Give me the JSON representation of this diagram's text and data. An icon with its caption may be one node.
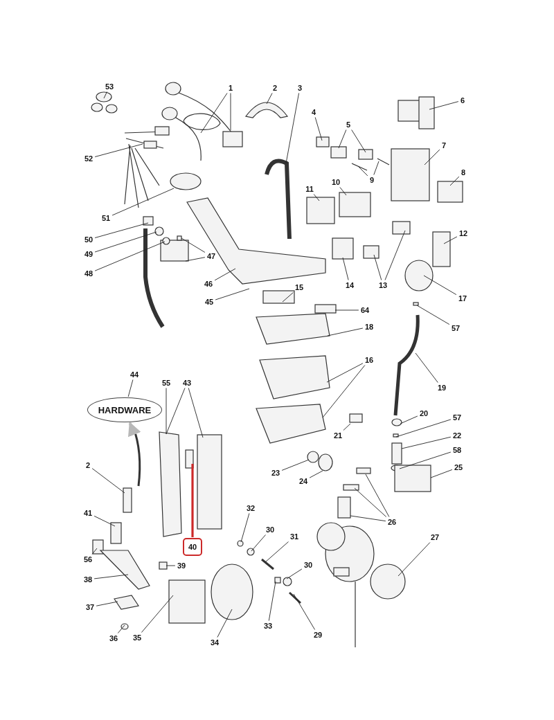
{
  "diagram": {
    "nodes": [
      {
        "text": [
          "53"
        ]
      },
      {
        "text": [
          "1"
        ]
      },
      {
        "text": [
          "2"
        ]
      },
      {
        "text": [
          "3"
        ]
      },
      {
        "text": [
          "4"
        ]
      },
      {
        "text": [
          "5"
        ]
      },
      {
        "text": [
          "6"
        ]
      },
      {
        "text": [
          "7"
        ]
      },
      {
        "text": [
          "8"
        ]
      },
      {
        "text": [
          "9"
        ]
      },
      {
        "text": [
          "10"
        ]
      },
      {
        "text": [
          "11"
        ]
      },
      {
        "text": [
          "12"
        ]
      },
      {
        "text": [
          "13"
        ]
      },
      {
        "text": [
          "14"
        ]
      },
      {
        "text": [
          "15"
        ]
      },
      {
        "text": [
          "17"
        ]
      },
      {
        "text": [
          "57"
        ]
      },
      {
        "text": [
          "64"
        ]
      },
      {
        "text": [
          "18"
        ]
      },
      {
        "text": [
          "16"
        ]
      },
      {
        "text": [
          "19"
        ]
      },
      {
        "text": [
          "20"
        ]
      },
      {
        "text": [
          "57"
        ]
      },
      {
        "text": [
          "22"
        ]
      },
      {
        "text": [
          "21"
        ]
      },
      {
        "text": [
          "58"
        ]
      },
      {
        "text": [
          "25"
        ]
      },
      {
        "text": [
          "23"
        ]
      },
      {
        "text": [
          "24"
        ]
      },
      {
        "text": [
          "26"
        ]
      },
      {
        "text": [
          "27"
        ]
      },
      {
        "text": [
          "52"
        ]
      },
      {
        "text": [
          "51"
        ]
      },
      {
        "text": [
          "50"
        ]
      },
      {
        "text": [
          "49"
        ]
      },
      {
        "text": [
          "48"
        ]
      },
      {
        "text": [
          "47"
        ]
      },
      {
        "text": [
          "46"
        ]
      },
      {
        "text": [
          "45"
        ]
      },
      {
        "text": [
          "44"
        ]
      },
      {
        "text": [
          "HARDWARE"
        ]
      },
      {
        "text": [
          "55"
        ]
      },
      {
        "text": [
          "43"
        ]
      },
      {
        "text": [
          "2"
        ]
      },
      {
        "text": [
          "41"
        ]
      },
      {
        "text": [
          "56"
        ]
      },
      {
        "text": [
          "38"
        ]
      },
      {
        "text": [
          "40"
        ]
      },
      {
        "text": [
          "39"
        ]
      },
      {
        "text": [
          "37"
        ]
      },
      {
        "text": [
          "36"
        ]
      },
      {
        "text": [
          "35"
        ]
      },
      {
        "text": [
          "34"
        ]
      },
      {
        "text": [
          "33"
        ]
      },
      {
        "text": [
          "32"
        ]
      },
      {
        "text": [
          "30"
        ]
      },
      {
        "text": [
          "31"
        ]
      },
      {
        "text": [
          "30"
        ]
      },
      {
        "text": [
          "29"
        ]
      }
    ],
    "edges": [
      {
        "from": 0,
        "to": null,
        "arrow": "none"
      },
      {
        "from": 1,
        "to": null,
        "arrow": "none"
      },
      {
        "from": 1,
        "to": null,
        "arrow": "none"
      },
      {
        "from": 2,
        "to": null,
        "arrow": "none"
      },
      {
        "from": 3,
        "to": null,
        "arrow": "none"
      },
      {
        "from": 4,
        "to": null,
        "arrow": "none"
      },
      {
        "from": 5,
        "to": null,
        "arrow": "none"
      },
      {
        "from": 5,
        "to": null,
        "arrow": "none"
      },
      {
        "from": 6,
        "to": null,
        "arrow": "none"
      },
      {
        "from": 7,
        "to": null,
        "arrow": "none"
      },
      {
        "from": 8,
        "to": null,
        "arrow": "none"
      },
      {
        "from": 9,
        "to": null,
        "arrow": "none"
      },
      {
        "from": 9,
        "to": null,
        "arrow": "none"
      },
      {
        "from": 10,
        "to": null,
        "arrow": "none"
      },
      {
        "from": 11,
        "to": null,
        "arrow": "none"
      },
      {
        "from": 12,
        "to": null,
        "arrow": "none"
      },
      {
        "from": 13,
        "to": null,
        "arrow": "none"
      },
      {
        "from": 13,
        "to": null,
        "arrow": "none"
      },
      {
        "from": 14,
        "to": null,
        "arrow": "none"
      },
      {
        "from": 15,
        "to": null,
        "arrow": "none"
      },
      {
        "from": 16,
        "to": null,
        "arrow": "none"
      },
      {
        "from": 17,
        "to": null,
        "arrow": "none"
      },
      {
        "from": 18,
        "to": null,
        "arrow": "none"
      },
      {
        "from": 19,
        "to": null,
        "arrow": "none"
      },
      {
        "from": 20,
        "to": null,
        "arrow": "none"
      },
      {
        "from": 20,
        "to": null,
        "arrow": "none"
      },
      {
        "from": 21,
        "to": null,
        "arrow": "none"
      },
      {
        "from": 22,
        "to": null,
        "arrow": "none"
      },
      {
        "from": 23,
        "to": null,
        "arrow": "none"
      },
      {
        "from": 24,
        "to": null,
        "arrow": "none"
      },
      {
        "from": 25,
        "to": null,
        "arrow": "none"
      },
      {
        "from": 26,
        "to": null,
        "arrow": "none"
      },
      {
        "from": 27,
        "to": null,
        "arrow": "none"
      },
      {
        "from": 28,
        "to": null,
        "arrow": "none"
      },
      {
        "from": 29,
        "to": null,
        "arrow": "none"
      },
      {
        "from": 30,
        "to": null,
        "arrow": "none"
      },
      {
        "from": 30,
        "to": null,
        "arrow": "none"
      },
      {
        "from": 30,
        "to": null,
        "arrow": "none"
      },
      {
        "from": 31,
        "to": null,
        "arrow": "none"
      },
      {
        "from": 32,
        "to": null,
        "arrow": "none"
      },
      {
        "from": 33,
        "to": null,
        "arrow": "none"
      },
      {
        "from": 34,
        "to": null,
        "arrow": "none"
      },
      {
        "from": 35,
        "to": null,
        "arrow": "none"
      },
      {
        "from": 36,
        "to": null,
        "arrow": "none"
      },
      {
        "from": 37,
        "to": null,
        "arrow": "none"
      },
      {
        "from": 37,
        "to": null,
        "arrow": "none"
      },
      {
        "from": 38,
        "to": null,
        "arrow": "none"
      },
      {
        "from": 39,
        "to": null,
        "arrow": "none"
      },
      {
        "from": 40,
        "to": 41,
        "arrow": "none"
      },
      {
        "from": null,
        "to": 41,
        "arrow": "to",
        "color": "#b8b8b8",
        "style": "thick"
      },
      {
        "from": 42,
        "to": null,
        "arrow": "none"
      },
      {
        "from": 43,
        "to": null,
        "arrow": "none"
      },
      {
        "from": 43,
        "to": null,
        "arrow": "none"
      },
      {
        "from": 44,
        "to": null,
        "arrow": "none"
      },
      {
        "from": 45,
        "to": null,
        "arrow": "none"
      },
      {
        "from": 46,
        "to": null,
        "arrow": "none"
      },
      {
        "from": 47,
        "to": null,
        "arrow": "none"
      },
      {
        "from": 48,
        "to": null,
        "arrow": "none",
        "color": "#cc2a2a",
        "style": "thick"
      },
      {
        "from": 49,
        "to": null,
        "arrow": "none"
      },
      {
        "from": 50,
        "to": null,
        "arrow": "none"
      },
      {
        "from": 51,
        "to": null,
        "arrow": "none"
      },
      {
        "from": 52,
        "to": null,
        "arrow": "none"
      },
      {
        "from": 53,
        "to": null,
        "arrow": "none"
      },
      {
        "from": 54,
        "to": null,
        "arrow": "none"
      },
      {
        "from": 55,
        "to": null,
        "arrow": "none"
      },
      {
        "from": 56,
        "to": null,
        "arrow": "none"
      },
      {
        "from": 57,
        "to": null,
        "arrow": "none"
      },
      {
        "from": 58,
        "to": null,
        "arrow": "none"
      },
      {
        "from": 59,
        "to": null,
        "arrow": "none"
      }
    ]
  }
}
